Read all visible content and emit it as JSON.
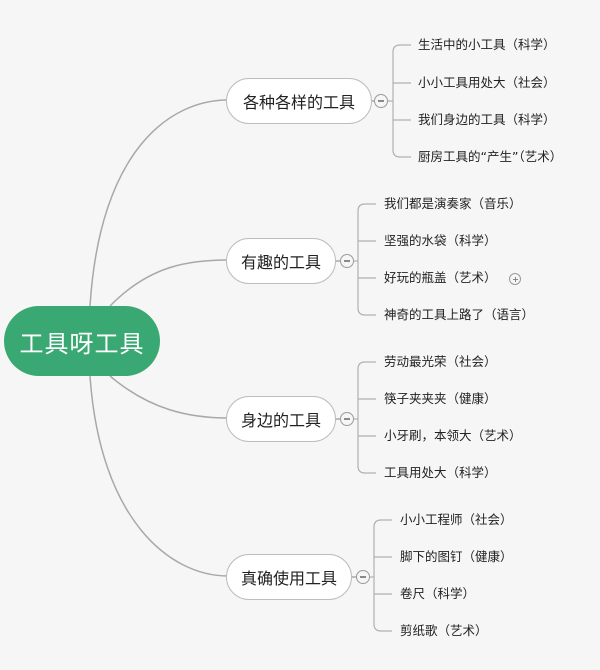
{
  "root": {
    "label": "工具呀工具"
  },
  "branches": [
    {
      "label": "各种各样的工具",
      "leaves": [
        "生活中的小工具（科学）",
        "小小工具用处大（社会）",
        "我们身边的工具（科学）",
        "厨房工具的“产生”（艺术）"
      ]
    },
    {
      "label": "有趣的工具",
      "leaves": [
        "我们都是演奏家（音乐）",
        "坚强的水袋（科学）",
        "好玩的瓶盖（艺术）",
        "神奇的工具上路了（语言）"
      ]
    },
    {
      "label": "身边的工具",
      "leaves": [
        "劳动最光荣（社会）",
        "筷子夹夹夹（健康）",
        "小牙刷，本领大（艺术）",
        "工具用处大（科学）"
      ]
    },
    {
      "label": "真确使用工具",
      "leaves": [
        "小小工程师（社会）",
        "脚下的图钉（健康）",
        "卷尺（科学）",
        "剪纸歌（艺术）"
      ]
    }
  ],
  "colors": {
    "root_fill": "#3aa873",
    "line": "#a8a8a8",
    "background": "#f6f6f6"
  }
}
